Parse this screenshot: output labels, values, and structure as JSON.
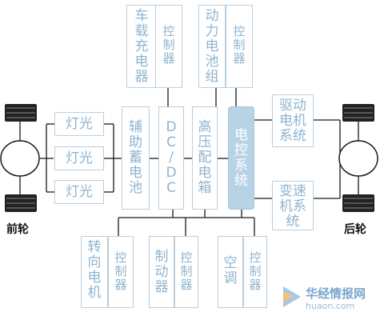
{
  "top": {
    "charger": "车\n载\n充\n电\n器",
    "charger_ctrl": "控\n制\n器",
    "battery": "动\n力\n电\n池\n组",
    "battery_ctrl": "控\n制\n器"
  },
  "left": {
    "lights": [
      "灯光",
      "灯光",
      "灯光"
    ],
    "aux_battery": "辅\n助\n蓄\n电\n池",
    "dcdc": "D\nC\n/\nD\nC",
    "hv_box": "高\n压\n配\n电\n箱"
  },
  "center": {
    "ecu": "电\n控\n系\n统"
  },
  "right": {
    "drive": "驱动\n电机\n系统",
    "trans": "变速\n机系\n统"
  },
  "bottom": {
    "steer": "转\n向\n电\n机",
    "steer_ctrl": "控\n制\n器",
    "brake": "制\n动\n器",
    "brake_ctrl": "控\n制\n器",
    "ac": "空\n调",
    "ac_ctrl": "控\n制\n器"
  },
  "wheels": {
    "front": "前轮",
    "rear": "后轮"
  },
  "watermark": {
    "name": "华经情报网",
    "url": "huaon.com"
  },
  "colors": {
    "line": "#1a1a1a",
    "box_border": "#b9cfe0",
    "box_text": "#8fb4cf",
    "core_fill": "#b8d2e6"
  }
}
